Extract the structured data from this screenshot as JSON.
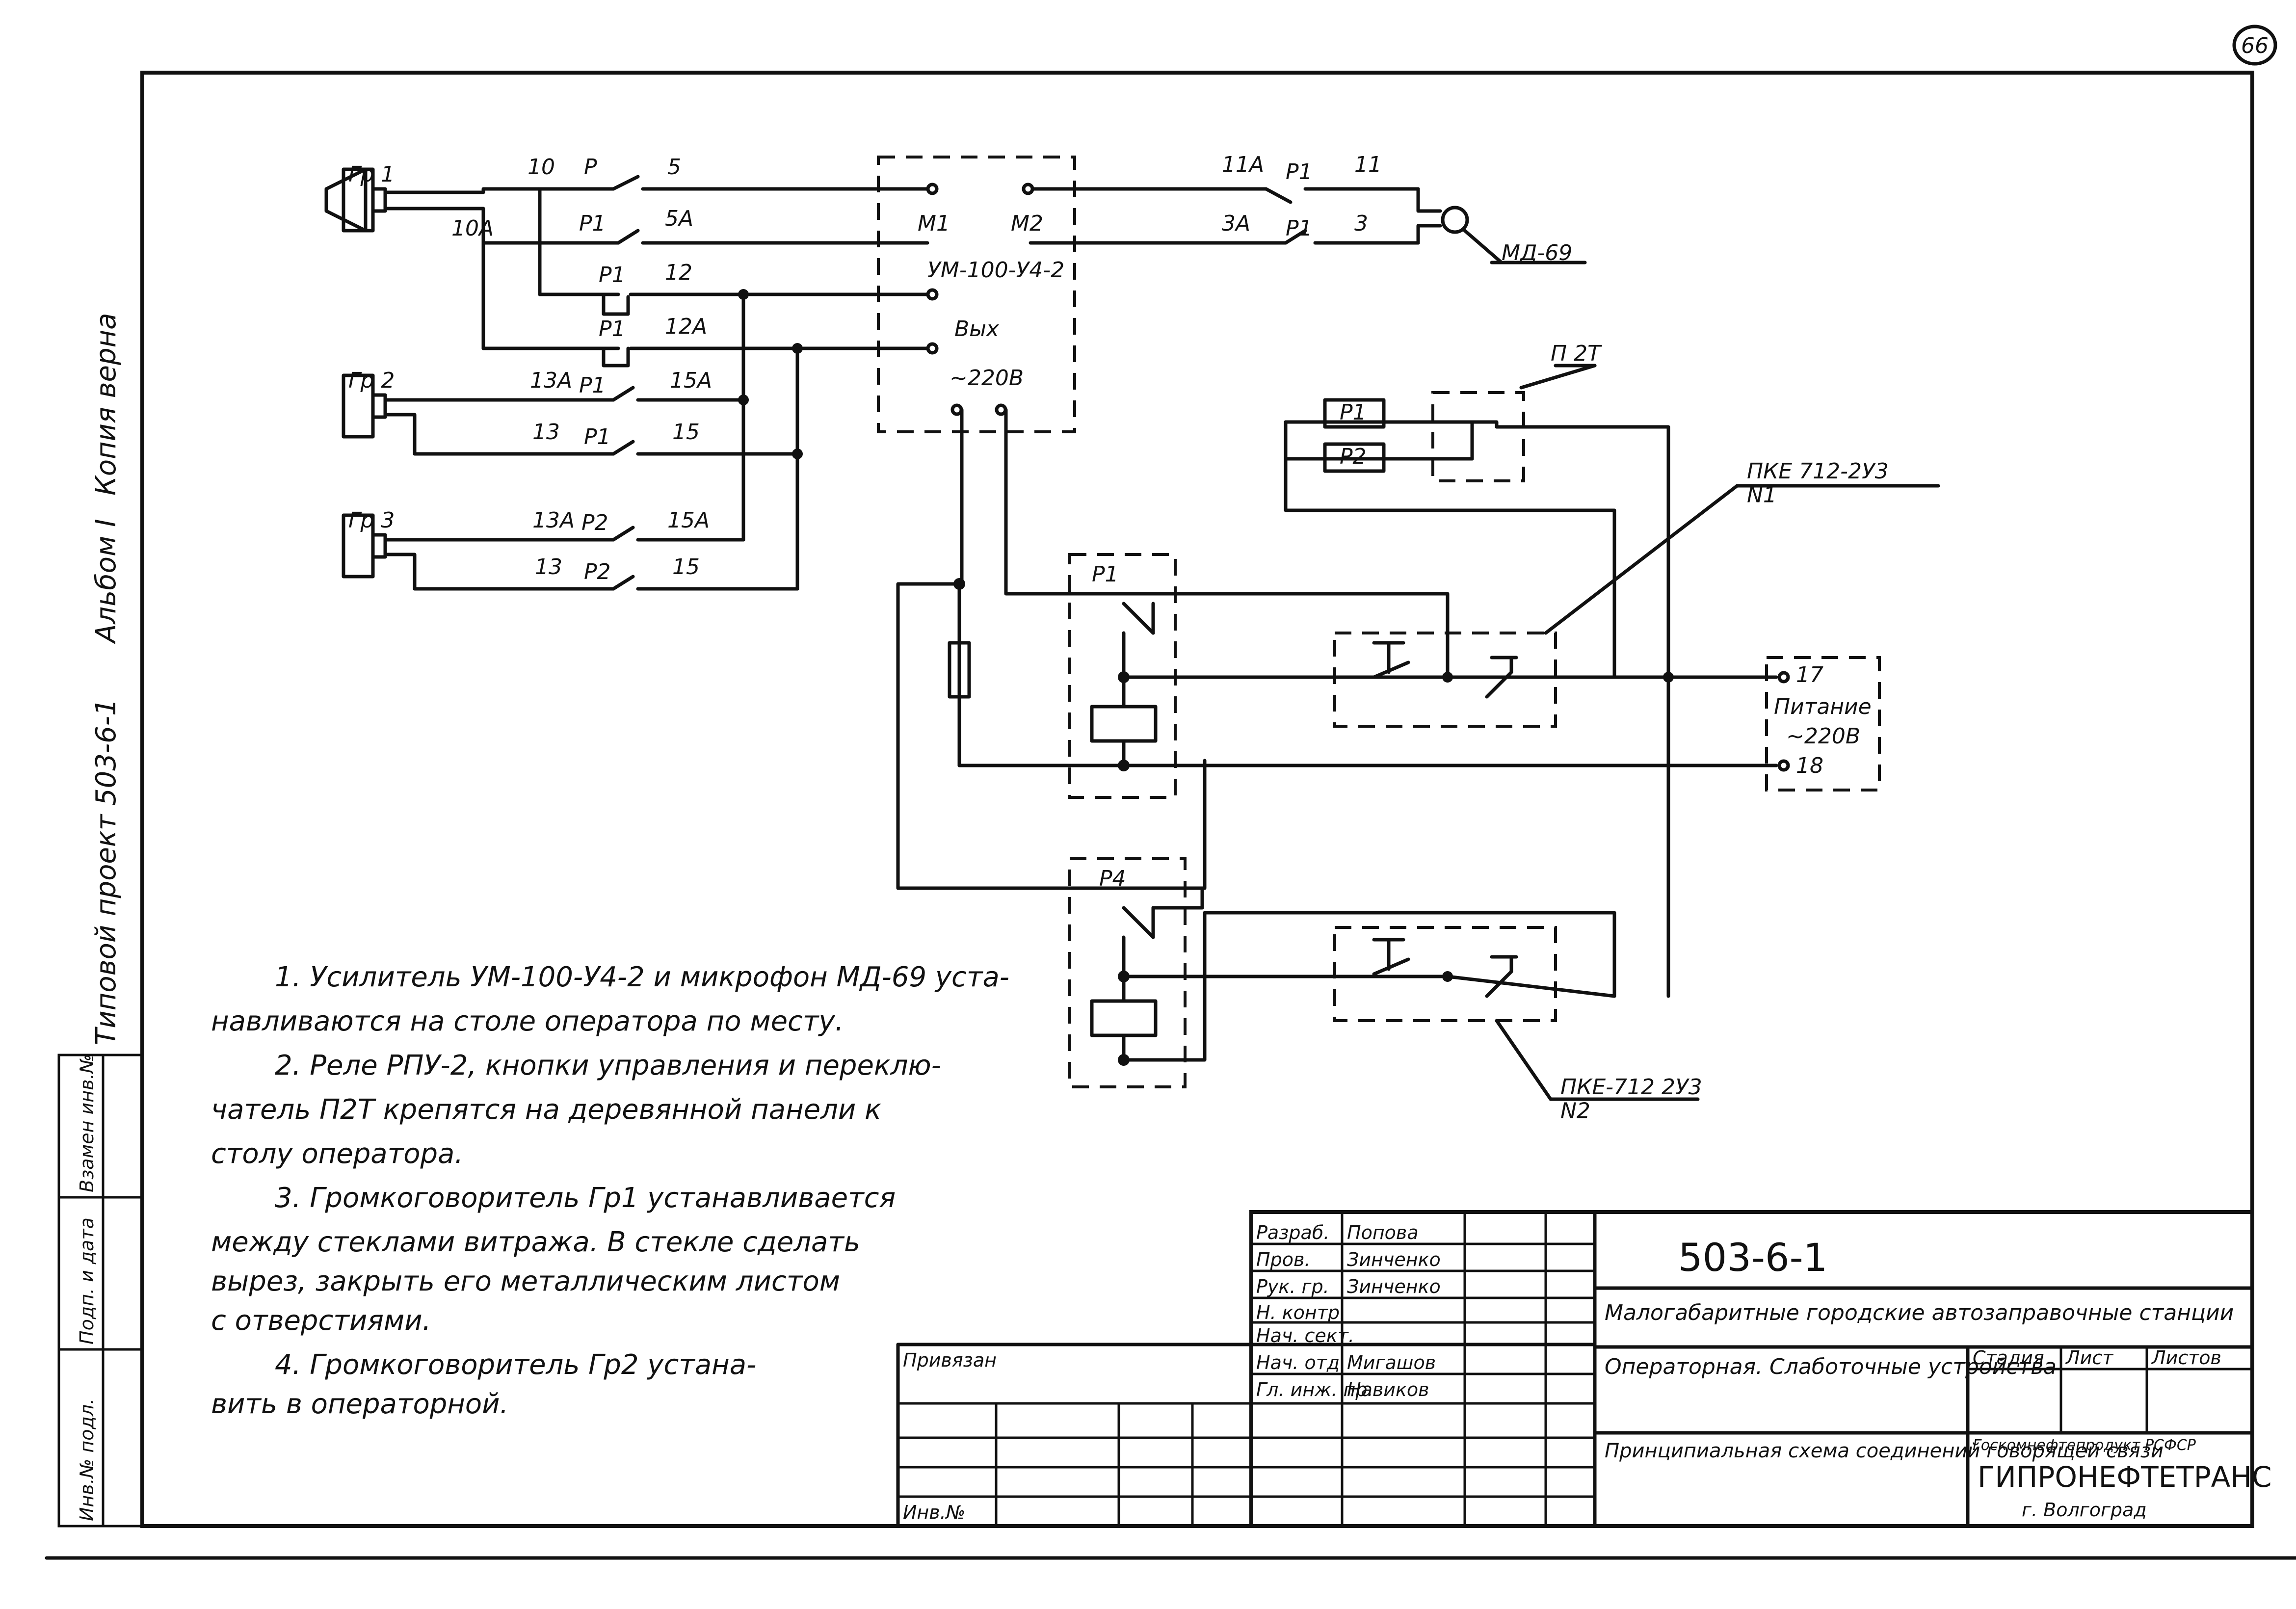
{
  "sheet": {
    "page_number": "66",
    "copy_stamp": "Копия верна",
    "project_stamp": "Типовой проект 503-6-1",
    "album": "Альбом I",
    "left_table_header": "Взамен инв.№",
    "left_table_cells": [
      "Подп. и дата",
      "Инв.№ подл."
    ]
  },
  "diagram": {
    "loudspeakers": [
      "Гр 1",
      "Гр 2",
      "Гр 3"
    ],
    "terminals": [
      "10",
      "10А",
      "5",
      "5А",
      "12",
      "12А",
      "13А",
      "13",
      "15А",
      "15",
      "11А",
      "11",
      "3А",
      "3",
      "17",
      "18"
    ],
    "relay_contacts": [
      "Р",
      "Р1",
      "Р1",
      "Р1",
      "Р1",
      "Р1",
      "Р1",
      "Р1",
      "Р2",
      "Р2",
      "Р1",
      "Р4"
    ],
    "amplifier": {
      "inputs": [
        "М1",
        "М2"
      ],
      "model": "УМ-100-У4-2",
      "output": "Вых",
      "supply": "~220В"
    },
    "microphone": "МД-69",
    "switch": "П 2Т",
    "switch_relays": [
      "Р1",
      "Р2"
    ],
    "starters": [
      "ПКЕ 712-2У3\nN1",
      "ПКЕ-712 2У3\nN2"
    ],
    "power": [
      "Питание",
      "~220В"
    ]
  },
  "notes": [
    "1. Усилитель УМ-100-У4-2 и микрофон МД-69 уста-",
    "навливаются на столе оператора по месту.",
    "2. Реле РПУ-2, кнопки управления и переклю-",
    "чатель П2Т крепятся на деревянной панели к",
    "столу оператора.",
    "3. Громкоговоритель Гр1 устанавливается",
    "между стеклами витража. В стекле сделать",
    "вырез, закрыть его металлическим листом",
    "с отверстиями.",
    "4. Громкоговоритель Гр2 устана-",
    "вить в операторной."
  ],
  "title_block": {
    "roles": [
      "Разраб.",
      "Пров.",
      "Рук. гр.",
      "Н. контр.",
      "Нач. сект.",
      "Нач. отд.",
      "Гл. инж. пр."
    ],
    "names": [
      "Попова",
      "Зинченко",
      "Зинченко",
      "",
      "",
      "Мигашов",
      "Навиков"
    ],
    "tied": "Привязан",
    "inv_no": "Инв.№",
    "code": "503-6-1",
    "project_title": "Малогабаритные городские автозаправочные станции",
    "section": "Операторная. Слаботочные устройства",
    "drawing_title": "Принципиальная схема соединений говорящей связи",
    "stage_header": [
      "Стадия",
      "Лист",
      "Листов"
    ],
    "org_line1": "Госкомнефтепродукт РСФСР",
    "org_name": "ГИПРОНЕФТЕТРАНС",
    "org_city": "г. Волгоград"
  }
}
